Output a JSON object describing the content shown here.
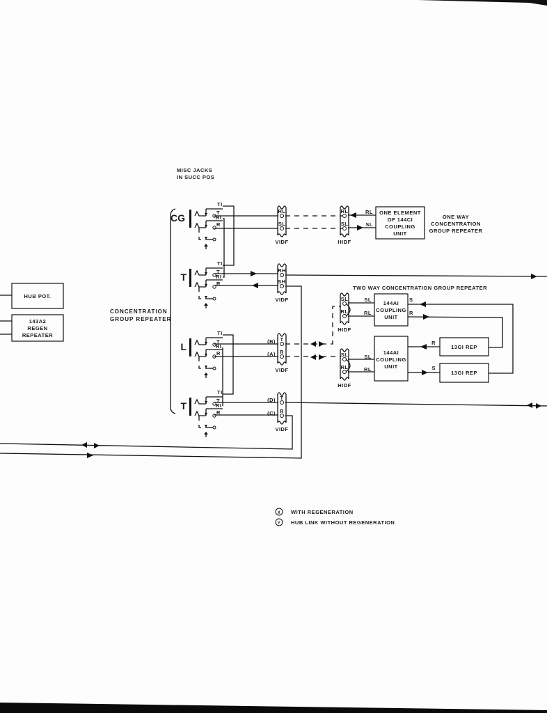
{
  "header": {
    "misc_jacks_line1": "MISC  JACKS",
    "misc_jacks_line2": "IN SUCC  POS"
  },
  "jacks": [
    {
      "label": "CG",
      "contacts": [
        "TI",
        "T",
        "RI",
        "R"
      ]
    },
    {
      "label": "T",
      "contacts": [
        "TI",
        "T",
        "RI",
        "R"
      ]
    },
    {
      "label": "L",
      "contacts": [
        "TI",
        "T",
        "RI",
        "R"
      ]
    },
    {
      "label": "T",
      "contacts": [
        "TI",
        "T",
        "RI",
        "R"
      ]
    }
  ],
  "frames": {
    "vidf_1": {
      "name": "VIDF",
      "terms": [
        "RL",
        "SL"
      ]
    },
    "vidf_2": {
      "name": "VIDF",
      "terms": [
        "RH",
        "SH"
      ]
    },
    "vidf_3": {
      "name": "VIDF",
      "terms": [
        "T",
        "R"
      ],
      "leads": [
        "(B)",
        "(A)"
      ]
    },
    "vidf_4": {
      "name": "VIDF",
      "terms": [
        "T",
        "R"
      ],
      "leads": [
        "(D)",
        "(C)"
      ]
    },
    "hidf_1": {
      "name": "HIDF",
      "terms": [
        "RL",
        "SL"
      ]
    },
    "hidf_2": {
      "name": "HIDF",
      "terms": [
        "SL",
        "RL"
      ]
    },
    "hidf_3": {
      "name": "HIDF",
      "terms": [
        "SL",
        "RL"
      ]
    }
  },
  "boxes": {
    "one_element": {
      "lines": [
        "ONE ELEMENT",
        "OF 144CI",
        "COUPLING",
        "UNIT"
      ],
      "in_labels": [
        "RL",
        "SL"
      ]
    },
    "coupling_upper": {
      "lines": [
        "144AI",
        "COUPLING",
        "UNIT"
      ],
      "left_labels": [
        "SL",
        "RL"
      ],
      "right_labels": [
        "S",
        "R"
      ]
    },
    "coupling_lower": {
      "lines": [
        "144AI",
        "COUPLING",
        "UNIT"
      ],
      "left_labels": [
        "SL",
        "RL"
      ]
    },
    "rep_upper": {
      "lines": [
        "13GI  REP"
      ],
      "label": "R"
    },
    "rep_lower": {
      "lines": [
        "13GI  REP"
      ],
      "label": "S"
    },
    "hub_pot": {
      "lines": [
        "HUB POT."
      ]
    },
    "regen_repeater": {
      "lines": [
        "143A2",
        "REGEN",
        "REPEATER"
      ]
    }
  },
  "labels": {
    "one_way_line1": "ONE  WAY",
    "one_way_line2": "CONCENTRATION",
    "one_way_line3": "GROUP REPEATER",
    "two_way": "TWO WAY CONCENTRATION GROUP REPEATER",
    "cgr_line1": "CONCENTRATION",
    "cgr_line2": "GROUP REPEATER"
  },
  "legend": [
    {
      "symbol": "X",
      "text": "WITH  REGENERATION"
    },
    {
      "symbol": "Y",
      "text": "HUB  LINK  WITHOUT  REGENERATION"
    }
  ],
  "colors": {
    "ink": "#111111",
    "paper": "#fdfdfd"
  }
}
